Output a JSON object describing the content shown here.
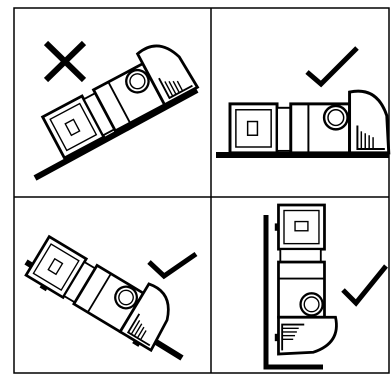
{
  "figure": {
    "panels": [
      {
        "id": "top-left",
        "placement": "tilted-uphill-right",
        "status": "incorrect",
        "mark": "cross-icon"
      },
      {
        "id": "top-right",
        "placement": "flat-horizontal",
        "status": "correct",
        "mark": "check-icon"
      },
      {
        "id": "bottom-left",
        "placement": "tilted-downhill-right",
        "status": "correct",
        "mark": "check-icon"
      },
      {
        "id": "bottom-right",
        "placement": "vertical-upright",
        "status": "correct",
        "mark": "check-icon"
      }
    ],
    "colors": {
      "line": "#000000",
      "background": "#ffffff",
      "fill": "#ffffff"
    }
  }
}
